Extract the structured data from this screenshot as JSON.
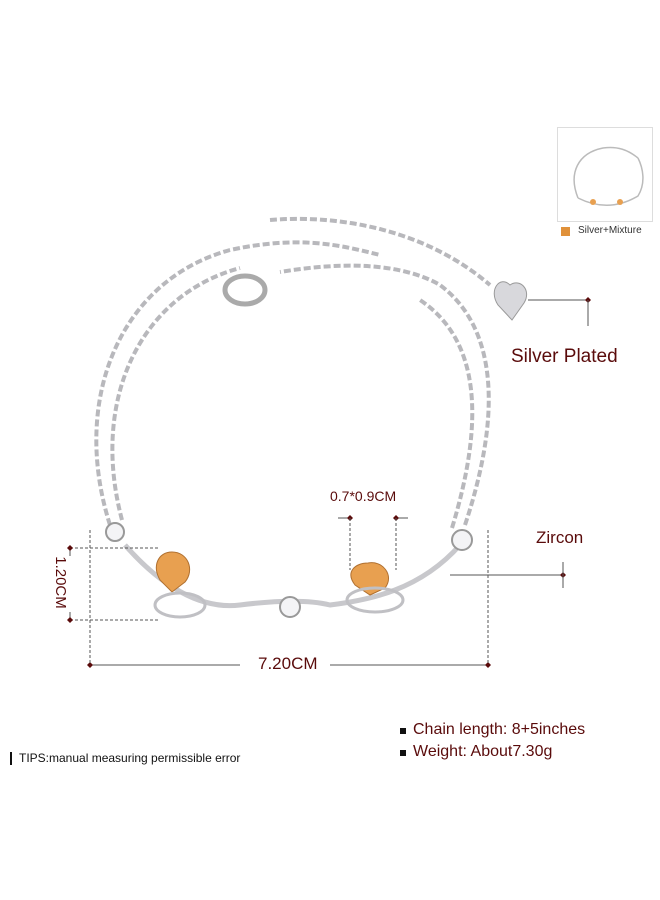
{
  "product": {
    "plating_label": "Silver Plated",
    "stone_label": "Zircon",
    "variant_label": "Silver+Mixture",
    "variant_color": "#e0913a",
    "stone_color": "#e8a050"
  },
  "dimensions": {
    "width": "7.20CM",
    "height": "1.20CM",
    "stone_size": "0.7*0.9CM"
  },
  "specs": [
    "Chain length: 8+5inches",
    "Weight: About7.30g"
  ],
  "tips": "TIPS:manual measuring permissible error"
}
